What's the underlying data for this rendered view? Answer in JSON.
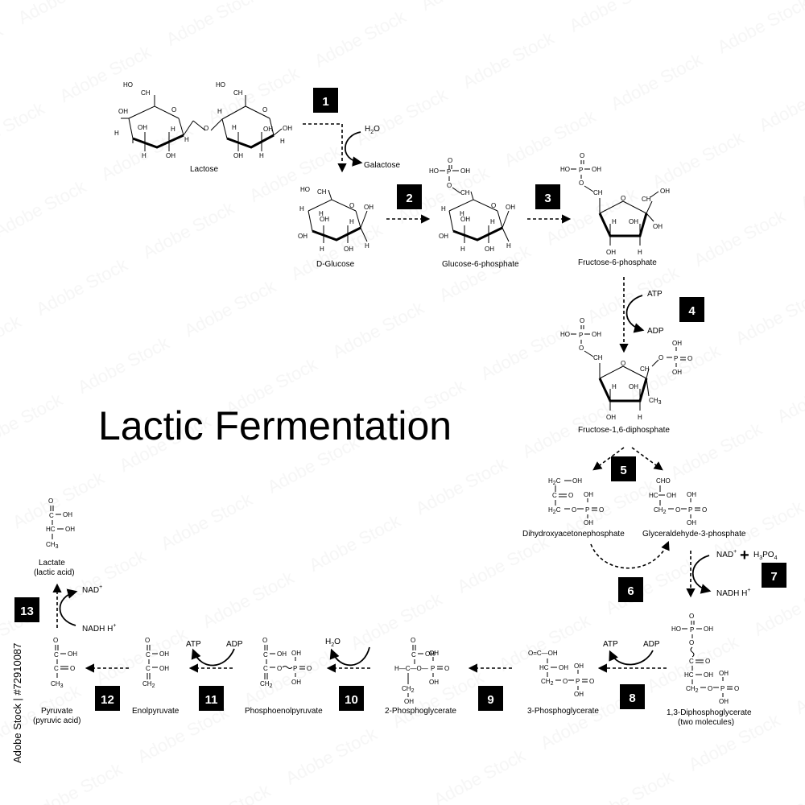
{
  "title": "Lactic Fermentation",
  "stock_id": "Adobe Stock | #72910087",
  "steps": [
    "1",
    "2",
    "3",
    "4",
    "5",
    "6",
    "7",
    "8",
    "9",
    "10",
    "11",
    "12",
    "13"
  ],
  "compounds": {
    "lactose": "Lactose",
    "d_glucose": "D-Glucose",
    "glucose_6_phosphate": "Glucose-6-phosphate",
    "fructose_6_phosphate": "Fructose-6-phosphate",
    "fructose_1_6_diphosphate": "Fructose-1,6-diphosphate",
    "dihydroxyacetonephosphate": "Dihydroxyacetonephosphate",
    "glyceraldehyde_3_phosphate": "Glyceraldehyde-3-phosphate",
    "diphosphoglycerate_line1": "1,3-Diphosphoglycerate",
    "diphosphoglycerate_line2": "(two molecules)",
    "phosphoglycerate_3": "3-Phosphoglycerate",
    "phosphoglycerate_2": "2-Phosphoglycerate",
    "phosphoenolpyruvate": "Phosphoenolpyruvate",
    "enolpyruvate": "Enolpyruvate",
    "pyruvate_line1": "Pyruvate",
    "pyruvate_line2": "(pyruvic acid)",
    "lactate_line1": "Lactate",
    "lactate_line2": "(lactic acid)"
  },
  "cofactors": {
    "h2o": "H",
    "h2o_sub": "2",
    "h2o_o": "O",
    "galactose": "Galactose",
    "atp": "ATP",
    "adp": "ADP",
    "nad": "NAD",
    "plus_sup": "+",
    "plus": "+",
    "h3po4_h": "H",
    "h3po4_3": "3",
    "h3po4_po": "PO",
    "h3po4_4": "4",
    "nadh": "NADH H",
    "nadh_sup": "+"
  },
  "atoms": {
    "HO": "HO",
    "OH": "OH",
    "H": "H",
    "O": "O",
    "P": "P",
    "CH2": "CH",
    "sub2": "2",
    "CH3": "CH",
    "sub3": "3",
    "C": "C",
    "HC": "HC",
    "H2C": "H",
    "CHO": "CHO",
    "COOH": "C—OH"
  }
}
